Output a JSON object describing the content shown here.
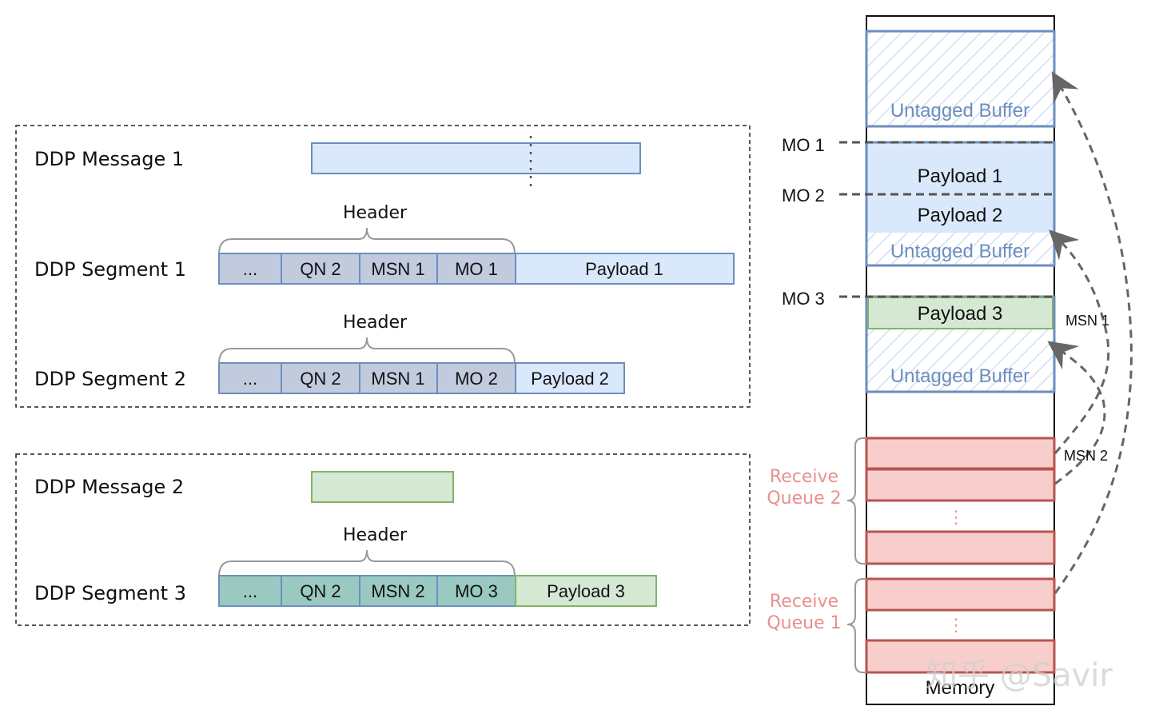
{
  "left": {
    "message1": {
      "label": "DDP Message 1"
    },
    "segment1": {
      "label": "DDP Segment 1",
      "header": "Header",
      "cells": [
        "...",
        "QN 2",
        "MSN 1",
        "MO 1"
      ],
      "payload": "Payload 1"
    },
    "segment2": {
      "label": "DDP Segment 2",
      "header": "Header",
      "cells": [
        "...",
        "QN 2",
        "MSN 1",
        "MO 2"
      ],
      "payload": "Payload 2"
    },
    "message2": {
      "label": "DDP Message 2"
    },
    "segment3": {
      "label": "DDP Segment 3",
      "header": "Header",
      "cells": [
        "...",
        "QN 2",
        "MSN 2",
        "MO 3"
      ],
      "payload": "Payload 3"
    }
  },
  "memory": {
    "title": "Memory",
    "untagged_buffer": "Untagged Buffer",
    "payload1": "Payload 1",
    "payload2": "Payload 2",
    "payload3": "Payload 3",
    "mo1": "MO 1",
    "mo2": "MO 2",
    "mo3": "MO 3",
    "msn1": "MSN 1",
    "msn2": "MSN 2",
    "rq2_line1": "Receive",
    "rq2_line2": "Queue 2",
    "rq1_line1": "Receive",
    "rq1_line2": "Queue 1",
    "ellipsis": "⋮"
  },
  "watermark": "知乎 @Savir",
  "colors": {
    "blue_fill": "#dae8fc",
    "blue_stroke": "#6c8ebf",
    "gray_fill": "#c2cade",
    "green_fill": "#d5e8d4",
    "green_stroke": "#82b366",
    "teal_fill": "#9ac9c1",
    "red_fill": "#f8cecc",
    "red_stroke": "#b85450",
    "rq_text": "#ea8f8f"
  }
}
